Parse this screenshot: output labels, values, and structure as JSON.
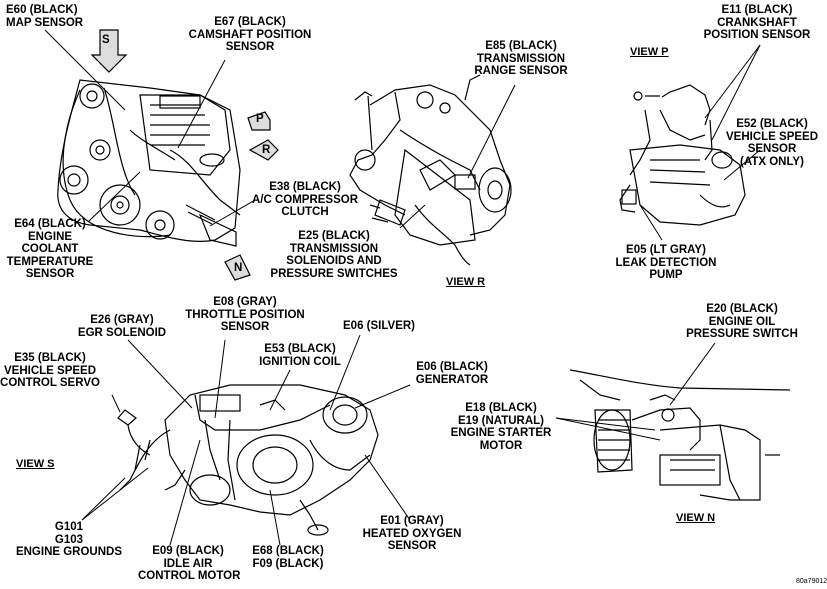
{
  "labels": {
    "e60": "E60 (BLACK)\nMAP SENSOR",
    "e67": "E67 (BLACK)\nCAMSHAFT POSITION\nSENSOR",
    "e85": "E85 (BLACK)\nTRANSMISSION\nRANGE SENSOR",
    "e11": "E11 (BLACK)\nCRANKSHAFT\nPOSITION SENSOR",
    "e52": "E52 (BLACK)\nVEHICLE SPEED\nSENSOR\n(ATX ONLY)",
    "e38": "E38 (BLACK)\nA/C COMPRESSOR\nCLUTCH",
    "e64": "E64 (BLACK)\nENGINE\nCOOLANT\nTEMPERATURE\nSENSOR",
    "e25": "E25 (BLACK)\nTRANSMISSION\nSOLENOIDS AND\nPRESSURE SWITCHES",
    "e05": "E05 (LT GRAY)\nLEAK DETECTION\nPUMP",
    "e26": "E26 (GRAY)\nEGR SOLENOID",
    "e08": "E08 (GRAY)\nTHROTTLE POSITION\nSENSOR",
    "e06s": "E06 (SILVER)",
    "e53": "E53 (BLACK)\nIGNITION COIL",
    "e06b": "E06 (BLACK)\nGENERATOR",
    "e20": "E20 (BLACK)\nENGINE OIL\nPRESSURE SWITCH",
    "e35": "E35 (BLACK)\nVEHICLE SPEED\nCONTROL SERVO",
    "e18": "E18 (BLACK)\nE19 (NATURAL)\nENGINE STARTER\nMOTOR",
    "g101": "G101\nG103\nENGINE GROUNDS",
    "e09": "E09 (BLACK)\nIDLE AIR\nCONTROL MOTOR",
    "e68": "E68 (BLACK)\nF09 (BLACK)",
    "e01": "E01 (GRAY)\nHEATED OXYGEN\nSENSOR"
  },
  "views": {
    "p": "VIEW P",
    "r": "VIEW R",
    "s": "VIEW S",
    "n": "VIEW N"
  },
  "arrow_letters": {
    "s": "S",
    "p": "P",
    "r": "R",
    "n": "N"
  },
  "figure_id": "80a79012"
}
